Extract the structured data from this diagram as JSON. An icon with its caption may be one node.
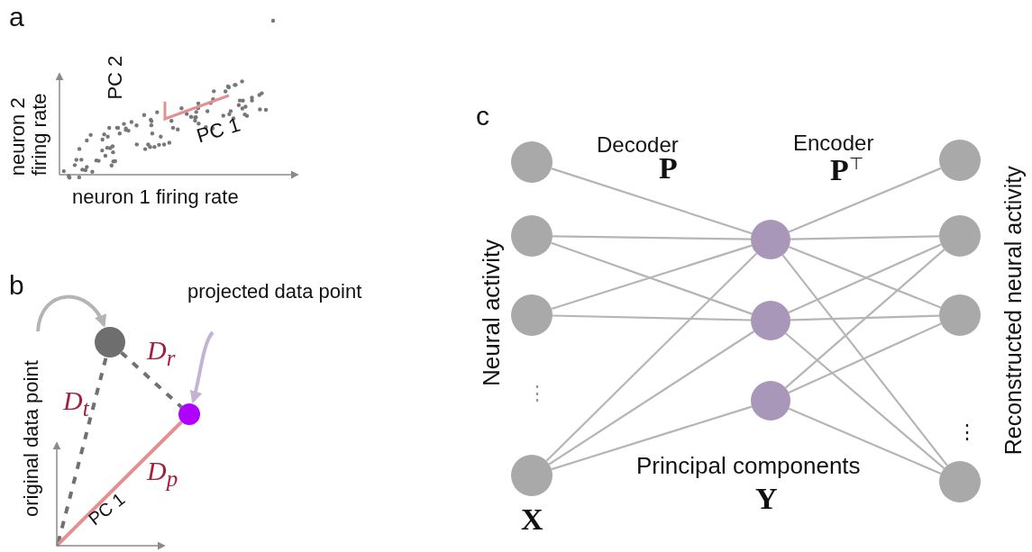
{
  "diagram": {
    "nodes": [
      {
        "text": [
          "original data point"
        ]
      },
      {
        "text": [],
        "shape": "circle"
      },
      {
        "text": [
          "projected data point"
        ]
      },
      {
        "text": [],
        "shape": "circle"
      },
      {
        "text": [],
        "shape": "circle"
      },
      {
        "text": [],
        "shape": "circle"
      },
      {
        "text": [],
        "shape": "circle"
      },
      {
        "text": [],
        "shape": "circle",
        "beside": [
          "X"
        ]
      },
      {
        "text": [],
        "shape": "circle"
      },
      {
        "text": [],
        "shape": "circle"
      },
      {
        "text": [],
        "shape": "circle"
      },
      {
        "text": [],
        "shape": "circle"
      },
      {
        "text": [],
        "shape": "circle"
      },
      {
        "text": [],
        "shape": "circle"
      },
      {
        "text": [],
        "shape": "circle"
      },
      {
        "text": [],
        "shape": "point"
      }
    ],
    "edges": [
      {
        "from": 0,
        "to": 1,
        "arrow": "to",
        "color": "#b4b4b4",
        "style": "thick"
      },
      {
        "from": 2,
        "to": 3,
        "arrow": "to",
        "color": "#c5b3d6",
        "style": "thick"
      },
      {
        "from": 15,
        "to": 1,
        "arrow": "none",
        "style": "dashed",
        "color": "#707070",
        "label": "D$_{t}$"
      },
      {
        "from": 1,
        "to": 3,
        "arrow": "none",
        "style": "dashed",
        "color": "#707070",
        "label": "D$_{r}$"
      },
      {
        "from": 15,
        "to": 3,
        "arrow": "none",
        "style": "thick",
        "color": "#e39090",
        "label": "D$_{p}$"
      },
      {
        "from": 4,
        "to": 8,
        "arrow": "none"
      },
      {
        "from": 5,
        "to": 8,
        "arrow": "none"
      },
      {
        "from": 5,
        "to": 9,
        "arrow": "none"
      },
      {
        "from": 6,
        "to": 8,
        "arrow": "none"
      },
      {
        "from": 6,
        "to": 9,
        "arrow": "none"
      },
      {
        "from": 7,
        "to": 8,
        "arrow": "none"
      },
      {
        "from": 7,
        "to": 9,
        "arrow": "none"
      },
      {
        "from": 7,
        "to": 10,
        "arrow": "none"
      },
      {
        "from": 8,
        "to": 11,
        "arrow": "none"
      },
      {
        "from": 8,
        "to": 12,
        "arrow": "none"
      },
      {
        "from": 8,
        "to": 13,
        "arrow": "none"
      },
      {
        "from": 8,
        "to": 14,
        "arrow": "none"
      },
      {
        "from": 9,
        "to": 12,
        "arrow": "none"
      },
      {
        "from": 9,
        "to": 13,
        "arrow": "none"
      },
      {
        "from": 9,
        "to": 14,
        "arrow": "none"
      },
      {
        "from": 10,
        "to": 12,
        "arrow": "none"
      },
      {
        "from": 10,
        "to": 13,
        "arrow": "none"
      },
      {
        "from": 10,
        "to": 14,
        "arrow": "none"
      }
    ],
    "labels": [
      "a",
      "PC 2",
      "neuron 2 firing rate",
      "PC 1",
      "neuron 1 firing rate",
      "b",
      "PC 1",
      "c",
      "Decoder",
      "P",
      "Encoder",
      "P$^{⊤}$",
      "Neural activity",
      "⋮",
      "⋮",
      "Principal components",
      "Y",
      "Reconstructed neural activity"
    ]
  }
}
